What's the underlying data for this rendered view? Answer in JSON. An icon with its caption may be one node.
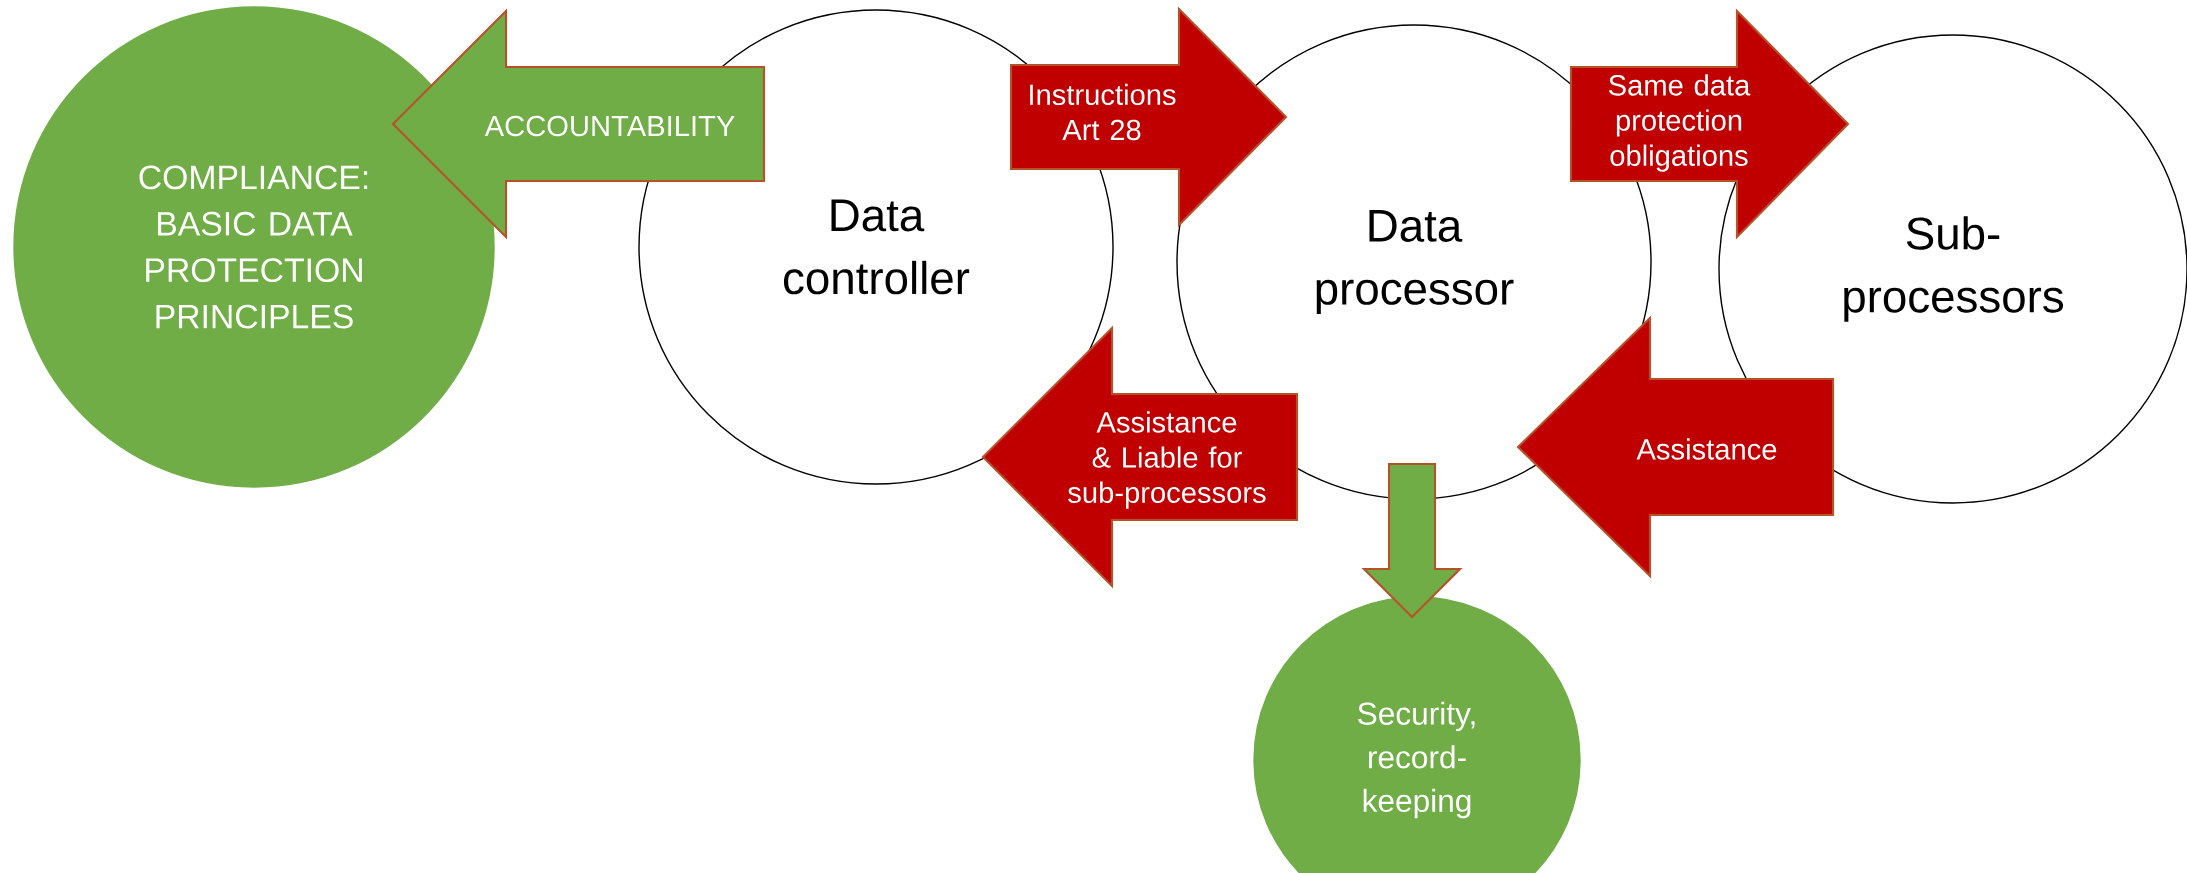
{
  "diagram": {
    "nodes": [
      {
        "text": [
          "COMPLIANCE: BASIC DATA PROTECTION PRINCIPLES"
        ]
      },
      {
        "text": [
          "Data controller"
        ]
      },
      {
        "text": [
          "Data processor"
        ]
      },
      {
        "text": [
          "Sub-processors"
        ]
      },
      {
        "text": [
          "Security, record-keeping"
        ]
      }
    ],
    "edges": [
      {
        "from": 1,
        "to": 0,
        "arrow": "to",
        "label": "ACCOUNTABILITY",
        "color": "#70ad47"
      },
      {
        "from": 1,
        "to": 2,
        "arrow": "to",
        "label": "Instructions Art 28"
      },
      {
        "from": 2,
        "to": 3,
        "arrow": "to",
        "label": "Same data protection obligations"
      },
      {
        "from": 2,
        "to": 1,
        "arrow": "to",
        "label": "Assistance & Liable for sub-processors"
      },
      {
        "from": 3,
        "to": 2,
        "arrow": "to",
        "label": "Assistance"
      },
      {
        "from": 2,
        "to": 4,
        "arrow": "to",
        "color": "#70ad47"
      }
    ]
  }
}
